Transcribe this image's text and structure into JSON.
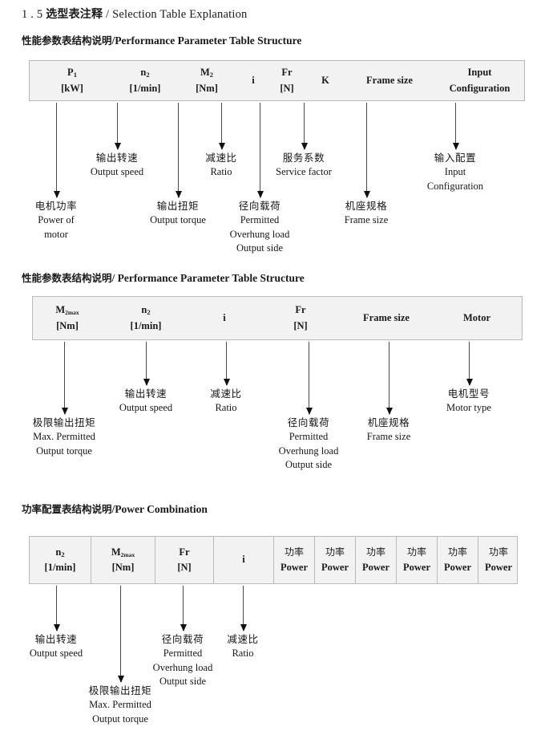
{
  "title": {
    "number": "1 . 5",
    "chinese": "选型表注释",
    "separator": "/",
    "english": "Selection Table Explanation"
  },
  "sections": [
    {
      "id": "performance-parameter-1",
      "heading": {
        "chinese": "性能参数表结构说明",
        "english": "/Performance Parameter Table Structure"
      },
      "table": {
        "columns": [
          {
            "symbol": "P",
            "sub": "1",
            "unit": "[kW]"
          },
          {
            "symbol": "n",
            "sub": "2",
            "unit": "[1/min]"
          },
          {
            "symbol": "M",
            "sub": "2",
            "unit": "[Nm]"
          },
          {
            "symbol": "i",
            "sub": "",
            "unit": ""
          },
          {
            "symbol": "Fr",
            "sub": "",
            "unit": "[N]"
          },
          {
            "symbol": "K",
            "sub": "",
            "unit": ""
          },
          {
            "symbol": "Frame size",
            "sub": "",
            "unit": ""
          },
          {
            "symbol": "Input",
            "sub": "",
            "unit": "Configuration"
          }
        ]
      },
      "annotations": [
        {
          "chinese": "电机功率",
          "english": [
            "Power of",
            "motor"
          ]
        },
        {
          "chinese": "输出转速",
          "english": [
            "Output speed"
          ]
        },
        {
          "chinese": "输出扭矩",
          "english": [
            "Output torque"
          ]
        },
        {
          "chinese": "减速比",
          "english": [
            "Ratio"
          ]
        },
        {
          "chinese": "径向载荷",
          "english": [
            "Permitted",
            "Overhung load",
            "Output side"
          ]
        },
        {
          "chinese": "服务系数",
          "english": [
            "Service factor"
          ]
        },
        {
          "chinese": "机座规格",
          "english": [
            "Frame size"
          ]
        },
        {
          "chinese": "输入配置",
          "english": [
            "Input",
            "Configuration"
          ]
        }
      ]
    },
    {
      "id": "performance-parameter-2",
      "heading": {
        "chinese": "性能参数表结构说明",
        "english": "/ Performance Parameter Table Structure"
      },
      "table": {
        "columns": [
          {
            "symbol": "M",
            "sub": "2max",
            "unit": "[Nm]"
          },
          {
            "symbol": "n",
            "sub": "2",
            "unit": "[1/min]"
          },
          {
            "symbol": "i",
            "sub": "",
            "unit": ""
          },
          {
            "symbol": "Fr",
            "sub": "",
            "unit": "[N]"
          },
          {
            "symbol": "Frame size",
            "sub": "",
            "unit": ""
          },
          {
            "symbol": "Motor",
            "sub": "",
            "unit": ""
          }
        ]
      },
      "annotations": [
        {
          "chinese": "极限输出扭矩",
          "english": [
            "Max. Permitted",
            "Output  torque"
          ]
        },
        {
          "chinese": "输出转速",
          "english": [
            "Output speed"
          ]
        },
        {
          "chinese": "减速比",
          "english": [
            "Ratio"
          ]
        },
        {
          "chinese": "径向载荷",
          "english": [
            "Permitted",
            "Overhung load",
            "Output side"
          ]
        },
        {
          "chinese": "机座规格",
          "english": [
            "Frame size"
          ]
        },
        {
          "chinese": "电机型号",
          "english": [
            "Motor type"
          ]
        }
      ]
    },
    {
      "id": "power-combination",
      "heading": {
        "chinese": "功率配置表结构说明",
        "english": "/Power Combination"
      },
      "table": {
        "columns": [
          {
            "symbol": "n",
            "sub": "2",
            "unit": "[1/min]"
          },
          {
            "symbol": "M",
            "sub": "2max",
            "unit": "[Nm]"
          },
          {
            "symbol": "Fr",
            "sub": "",
            "unit": "[N]"
          },
          {
            "symbol": "i",
            "sub": "",
            "unit": ""
          },
          {
            "symbol": "功率",
            "sub": "",
            "unit": "Power"
          },
          {
            "symbol": "功率",
            "sub": "",
            "unit": "Power"
          },
          {
            "symbol": "功率",
            "sub": "",
            "unit": "Power"
          },
          {
            "symbol": "功率",
            "sub": "",
            "unit": "Power"
          },
          {
            "symbol": "功率",
            "sub": "",
            "unit": "Power"
          },
          {
            "symbol": "功率",
            "sub": "",
            "unit": "Power"
          }
        ]
      },
      "annotations": [
        {
          "chinese": "输出转速",
          "english": [
            "Output speed"
          ]
        },
        {
          "chinese": "极限输出扭矩",
          "english": [
            "Max. Permitted",
            "Output  torque"
          ]
        },
        {
          "chinese": "径向载荷",
          "english": [
            "Permitted",
            "Overhung load",
            "Output side"
          ]
        },
        {
          "chinese": "减速比",
          "english": [
            "Ratio"
          ]
        }
      ]
    }
  ],
  "colors": {
    "table_fill": "#f2f2f2",
    "table_border": "#b9b9b9",
    "arrow": "#111111",
    "text": "#1a1a1a"
  }
}
